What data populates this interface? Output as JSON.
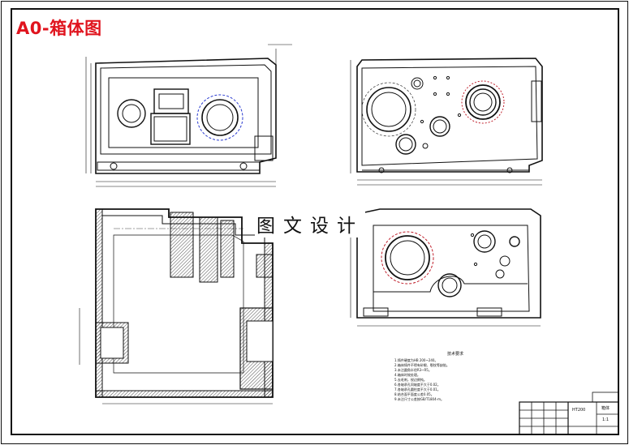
{
  "title_label": "A0-箱体图",
  "watermark_text": "图文设计",
  "accent_color": "#e0141e",
  "line_color": "#111111",
  "circle_accent_colors": [
    "#2a3bd0",
    "#c0202c"
  ],
  "tech_notes": {
    "heading": "技术要求",
    "lines": [
      "1.铸件硬度为HB 200~240。",
      "2.箱体铸件不得有砂眼、裂纹等缺陷。",
      "3.未注圆角半径R3~R5。",
      "4.箱体时效处理。",
      "5.去毛刺，锐边倒钝。",
      "6.各轴承孔同轴度不大于0.02。",
      "7.各轴承孔圆柱度不大于0.01。",
      "8.结合面平面度公差0.05。",
      "9.未注尺寸公差按GB/T1804-m。"
    ]
  },
  "title_block": {
    "material": "HT200",
    "part_name": "箱体",
    "scale": "1:1"
  }
}
